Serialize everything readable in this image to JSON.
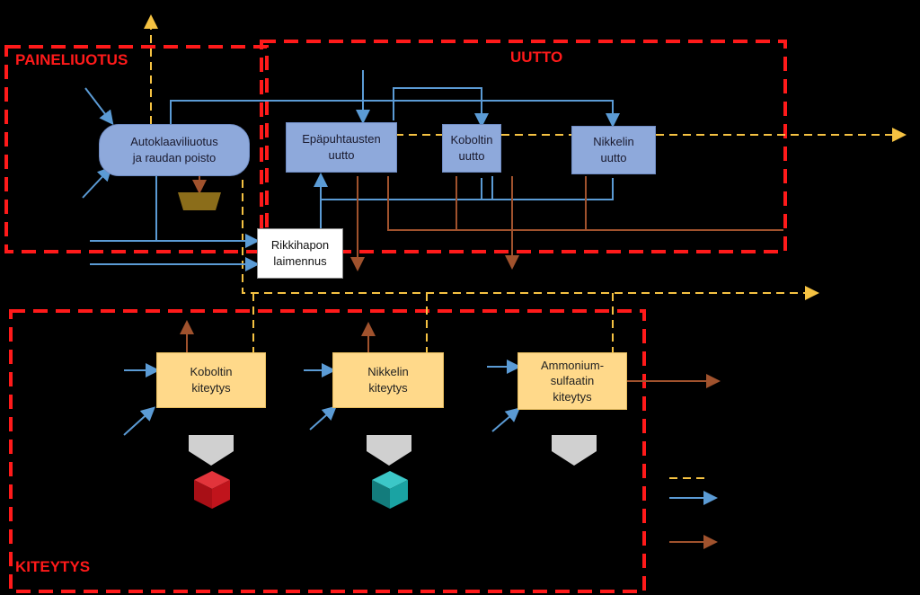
{
  "regions": {
    "paineliuotus": "PAINELIUOTUS",
    "uutto": "UUTTO",
    "kiteytys": "KITEYTYS"
  },
  "units": {
    "autoclave": "Autoklaaviliuotus\nja raudan poisto",
    "rare_earth": "Epäpuhtausten\nuutto",
    "cobalt_extraction": "Koboltin\nuutto",
    "nickel_extraction": "Nikkelin\nuutto",
    "acid_dilution": "Rikkihapon\nlaimennus",
    "cobalt_cryst": "Koboltin\nkiteytys",
    "nickel_cryst": "Nikkelin\nkiteytys",
    "ammonium_cryst": "Ammonium-\nsulfaatin\nkiteytys"
  },
  "colors": {
    "region": "#ff1a1a",
    "gas_line": "#f5c242",
    "liquid_line": "#5b9bd5",
    "product_line": "#a0522d",
    "hopper": "#d0d0d0",
    "cobalt_product": "#c0141c",
    "nickel_product": "#1aa3a3",
    "residue": "#8b6d1a"
  },
  "icons": [
    "hopper-icon",
    "cobalt-product-box-icon",
    "nickel-product-box-icon",
    "residue-icon"
  ]
}
